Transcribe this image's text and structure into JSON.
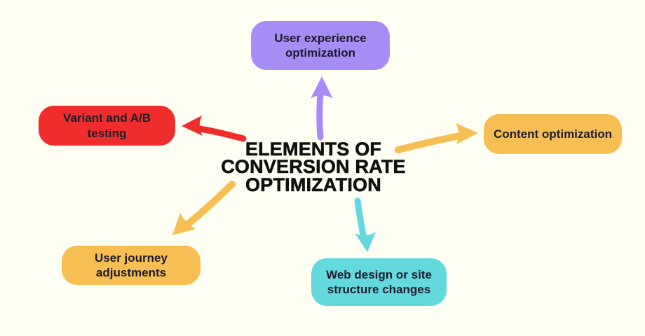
{
  "title": {
    "line1": "ELEMENTS OF",
    "line2": "CONVERSION RATE",
    "line3": "OPTIMIZATION"
  },
  "nodes": {
    "user_experience": {
      "label": "User experience optimization",
      "color": "#A78CF6"
    },
    "variant_ab": {
      "label": "Variant and A/B testing",
      "color": "#F02D2D"
    },
    "content": {
      "label": "Content optimization",
      "color": "#F6BE53"
    },
    "user_journey": {
      "label": "User journey adjustments",
      "color": "#F6BE53"
    },
    "web_design": {
      "label": "Web design or site structure changes",
      "color": "#63D9DE"
    }
  },
  "arrows": {
    "up_to_user_experience": {
      "color": "#A78CF6",
      "direction": "up"
    },
    "left_to_variant_ab": {
      "color": "#F02D2D",
      "direction": "left"
    },
    "right_to_content": {
      "color": "#F6BE53",
      "direction": "right"
    },
    "downleft_to_user_journey": {
      "color": "#F6BE53",
      "direction": "down-left"
    },
    "down_to_web_design": {
      "color": "#63D9DE",
      "direction": "down"
    }
  },
  "colors": {
    "background": "#FFFEF2",
    "title_text": "#101010",
    "node_text": "#1C1B29"
  }
}
